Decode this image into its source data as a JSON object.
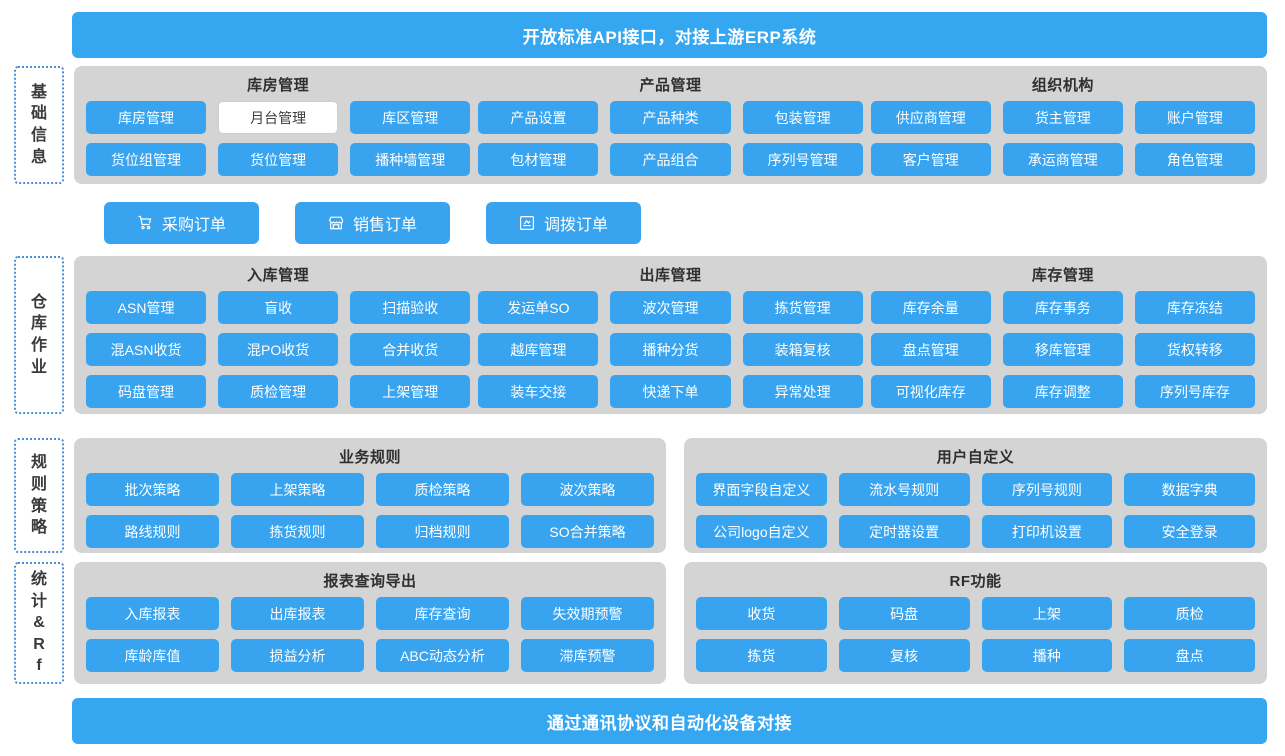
{
  "banners": {
    "top": "开放标准API接口，对接上游ERP系统",
    "bottom": "通过通讯协议和自动化设备对接"
  },
  "sections": [
    {
      "tag": "基础信息",
      "groups": [
        {
          "title": "库房管理",
          "buttons": [
            {
              "label": "库房管理",
              "selected": false
            },
            {
              "label": "月台管理",
              "selected": true
            },
            {
              "label": "库区管理",
              "selected": false
            },
            {
              "label": "货位组管理",
              "selected": false
            },
            {
              "label": "货位管理",
              "selected": false
            },
            {
              "label": "播种墙管理",
              "selected": false
            }
          ]
        },
        {
          "title": "产品管理",
          "buttons": [
            {
              "label": "产品设置",
              "selected": false
            },
            {
              "label": "产品种类",
              "selected": false
            },
            {
              "label": "包装管理",
              "selected": false
            },
            {
              "label": "包材管理",
              "selected": false
            },
            {
              "label": "产品组合",
              "selected": false
            },
            {
              "label": "序列号管理",
              "selected": false
            }
          ]
        },
        {
          "title": "组织机构",
          "buttons": [
            {
              "label": "供应商管理",
              "selected": false
            },
            {
              "label": "货主管理",
              "selected": false
            },
            {
              "label": "账户管理",
              "selected": false
            },
            {
              "label": "客户管理",
              "selected": false
            },
            {
              "label": "承运商管理",
              "selected": false
            },
            {
              "label": "角色管理",
              "selected": false
            }
          ]
        }
      ]
    },
    {
      "tag": "仓库作业",
      "groups": [
        {
          "title": "入库管理",
          "buttons": [
            {
              "label": "ASN管理",
              "selected": false
            },
            {
              "label": "盲收",
              "selected": false
            },
            {
              "label": "扫描验收",
              "selected": false
            },
            {
              "label": "混ASN收货",
              "selected": false
            },
            {
              "label": "混PO收货",
              "selected": false
            },
            {
              "label": "合并收货",
              "selected": false
            },
            {
              "label": "码盘管理",
              "selected": false
            },
            {
              "label": "质检管理",
              "selected": false
            },
            {
              "label": "上架管理",
              "selected": false
            }
          ]
        },
        {
          "title": "出库管理",
          "buttons": [
            {
              "label": "发运单SO",
              "selected": false
            },
            {
              "label": "波次管理",
              "selected": false
            },
            {
              "label": "拣货管理",
              "selected": false
            },
            {
              "label": "越库管理",
              "selected": false
            },
            {
              "label": "播种分货",
              "selected": false
            },
            {
              "label": "装箱复核",
              "selected": false
            },
            {
              "label": "装车交接",
              "selected": false
            },
            {
              "label": "快递下单",
              "selected": false
            },
            {
              "label": "异常处理",
              "selected": false
            }
          ]
        },
        {
          "title": "库存管理",
          "buttons": [
            {
              "label": "库存余量",
              "selected": false
            },
            {
              "label": "库存事务",
              "selected": false
            },
            {
              "label": "库存冻结",
              "selected": false
            },
            {
              "label": "盘点管理",
              "selected": false
            },
            {
              "label": "移库管理",
              "selected": false
            },
            {
              "label": "货权转移",
              "selected": false
            },
            {
              "label": "可视化库存",
              "selected": false
            },
            {
              "label": "库存调整",
              "selected": false
            },
            {
              "label": "序列号库存",
              "selected": false
            }
          ]
        }
      ]
    },
    {
      "tag": "规则策略",
      "groups": [
        {
          "title": "业务规则",
          "buttons": [
            {
              "label": "批次策略",
              "selected": false
            },
            {
              "label": "上架策略",
              "selected": false
            },
            {
              "label": "质检策略",
              "selected": false
            },
            {
              "label": "波次策略",
              "selected": false
            },
            {
              "label": "路线规则",
              "selected": false
            },
            {
              "label": "拣货规则",
              "selected": false
            },
            {
              "label": "归档规则",
              "selected": false
            },
            {
              "label": "SO合并策略",
              "selected": false
            }
          ]
        },
        {
          "title": "用户自定义",
          "buttons": [
            {
              "label": "界面字段自定义",
              "selected": false
            },
            {
              "label": "流水号规则",
              "selected": false
            },
            {
              "label": "序列号规则",
              "selected": false
            },
            {
              "label": "数据字典",
              "selected": false
            },
            {
              "label": "公司logo自定义",
              "selected": false
            },
            {
              "label": "定时器设置",
              "selected": false
            },
            {
              "label": "打印机设置",
              "selected": false
            },
            {
              "label": "安全登录",
              "selected": false
            }
          ]
        }
      ]
    },
    {
      "tag": "统计&Rf",
      "groups": [
        {
          "title": "报表查询导出",
          "buttons": [
            {
              "label": "入库报表",
              "selected": false
            },
            {
              "label": "出库报表",
              "selected": false
            },
            {
              "label": "库存查询",
              "selected": false
            },
            {
              "label": "失效期预警",
              "selected": false
            },
            {
              "label": "库龄库值",
              "selected": false
            },
            {
              "label": "损益分析",
              "selected": false
            },
            {
              "label": "ABC动态分析",
              "selected": false
            },
            {
              "label": "滞库预警",
              "selected": false
            }
          ]
        },
        {
          "title": "RF功能",
          "buttons": [
            {
              "label": "收货",
              "selected": false
            },
            {
              "label": "码盘",
              "selected": false
            },
            {
              "label": "上架",
              "selected": false
            },
            {
              "label": "质检",
              "selected": false
            },
            {
              "label": "拣货",
              "selected": false
            },
            {
              "label": "复核",
              "selected": false
            },
            {
              "label": "播种",
              "selected": false
            },
            {
              "label": "盘点",
              "selected": false
            }
          ]
        }
      ]
    }
  ],
  "order_buttons": [
    {
      "label": "采购订单",
      "icon": "shopping-cart-icon"
    },
    {
      "label": "销售订单",
      "icon": "storefront-icon"
    },
    {
      "label": "调拨订单",
      "icon": "transfer-screen-icon"
    }
  ],
  "colors": {
    "accent_blue": "#38a4f0",
    "panel_gray": "#d4d4d4",
    "banner_blue": "#35a6f0",
    "tag_border_blue": "#4a90d9",
    "selected_bg": "#ffffff"
  }
}
